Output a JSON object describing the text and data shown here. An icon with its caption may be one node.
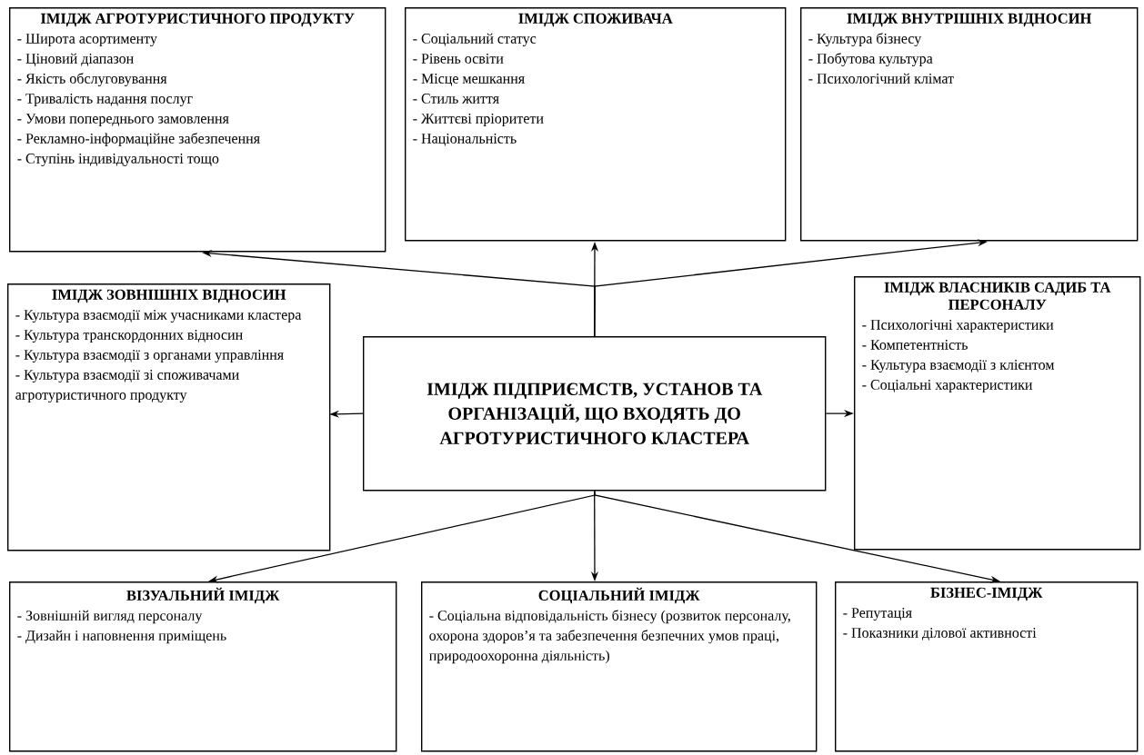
{
  "diagram": {
    "nodes": [
      {
        "text": [
          "ІМІДЖ АГРОТУРИСТИЧНОГО ПРОДУКТУ",
          "- Широта асортименту",
          "- Ціновий діапазон",
          "- Якість обслуговування",
          "- Тривалість надання послуг",
          "- Умови попереднього замовлення",
          "- Рекламно-інформаційне забезпечення",
          "- Ступінь індивідуальності тощо"
        ]
      },
      {
        "text": [
          "ІМІДЖ СПОЖИВАЧА",
          "- Соціальний статус",
          "- Рівень освіти",
          "- Місце мешкання",
          "- Стиль життя",
          "- Життєві пріоритети",
          "- Національність"
        ]
      },
      {
        "text": [
          "ІМІДЖ ВНУТРІШНІХ ВІДНОСИН",
          "- Культура бізнесу",
          "- Побутова культура",
          "- Психологічний клімат"
        ]
      },
      {
        "text": [
          "ІМІДЖ ЗОВНІШНІХ ВІДНОСИН",
          "- Культура взаємодії між учасниками кластера",
          "- Культура транскордонних відносин",
          "- Культура взаємодії з органами управління",
          "- Культура взаємодії зі споживачами агротуристичного продукту"
        ]
      },
      {
        "text": [
          "ІМІДЖ ПІДПРИЄМСТВ, УСТАНОВ ТА ОРГАНІЗАЦІЙ, ЩО ВХОДЯТЬ ДО АГРОТУРИСТИЧНОГО КЛАСТЕРА"
        ]
      },
      {
        "text": [
          "ІМІДЖ ВЛАСНИКІВ САДИБ ТА ПЕРСОНАЛУ",
          "- Психологічні характеристики",
          "- Компетентність",
          "- Культура взаємодії з клієнтом",
          "- Соціальні характеристики"
        ]
      },
      {
        "text": [
          "ВІЗУАЛЬНИЙ ІМІДЖ",
          "- Зовнішній вигляд персоналу",
          "- Дизайн і наповнення приміщень"
        ]
      },
      {
        "text": [
          "СОЦІАЛЬНИЙ ІМІДЖ",
          "- Соціальна відповідальність бізнесу (розвиток персоналу, охорона здоров’я та забезпечення безпечних умов праці, природоохоронна діяльність)"
        ]
      },
      {
        "text": [
          "БІЗНЕС-ІМІДЖ",
          "- Репутація",
          "- Показники ділової активності"
        ]
      }
    ],
    "edges": [
      {
        "from": 4,
        "to": 0,
        "arrow": "to"
      },
      {
        "from": 4,
        "to": 1,
        "arrow": "to"
      },
      {
        "from": 4,
        "to": 2,
        "arrow": "to"
      },
      {
        "from": 4,
        "to": 3,
        "arrow": "to"
      },
      {
        "from": 4,
        "to": 5,
        "arrow": "to"
      },
      {
        "from": 4,
        "to": 6,
        "arrow": "to"
      },
      {
        "from": 4,
        "to": 7,
        "arrow": "to"
      },
      {
        "from": 4,
        "to": 8,
        "arrow": "to"
      }
    ]
  }
}
